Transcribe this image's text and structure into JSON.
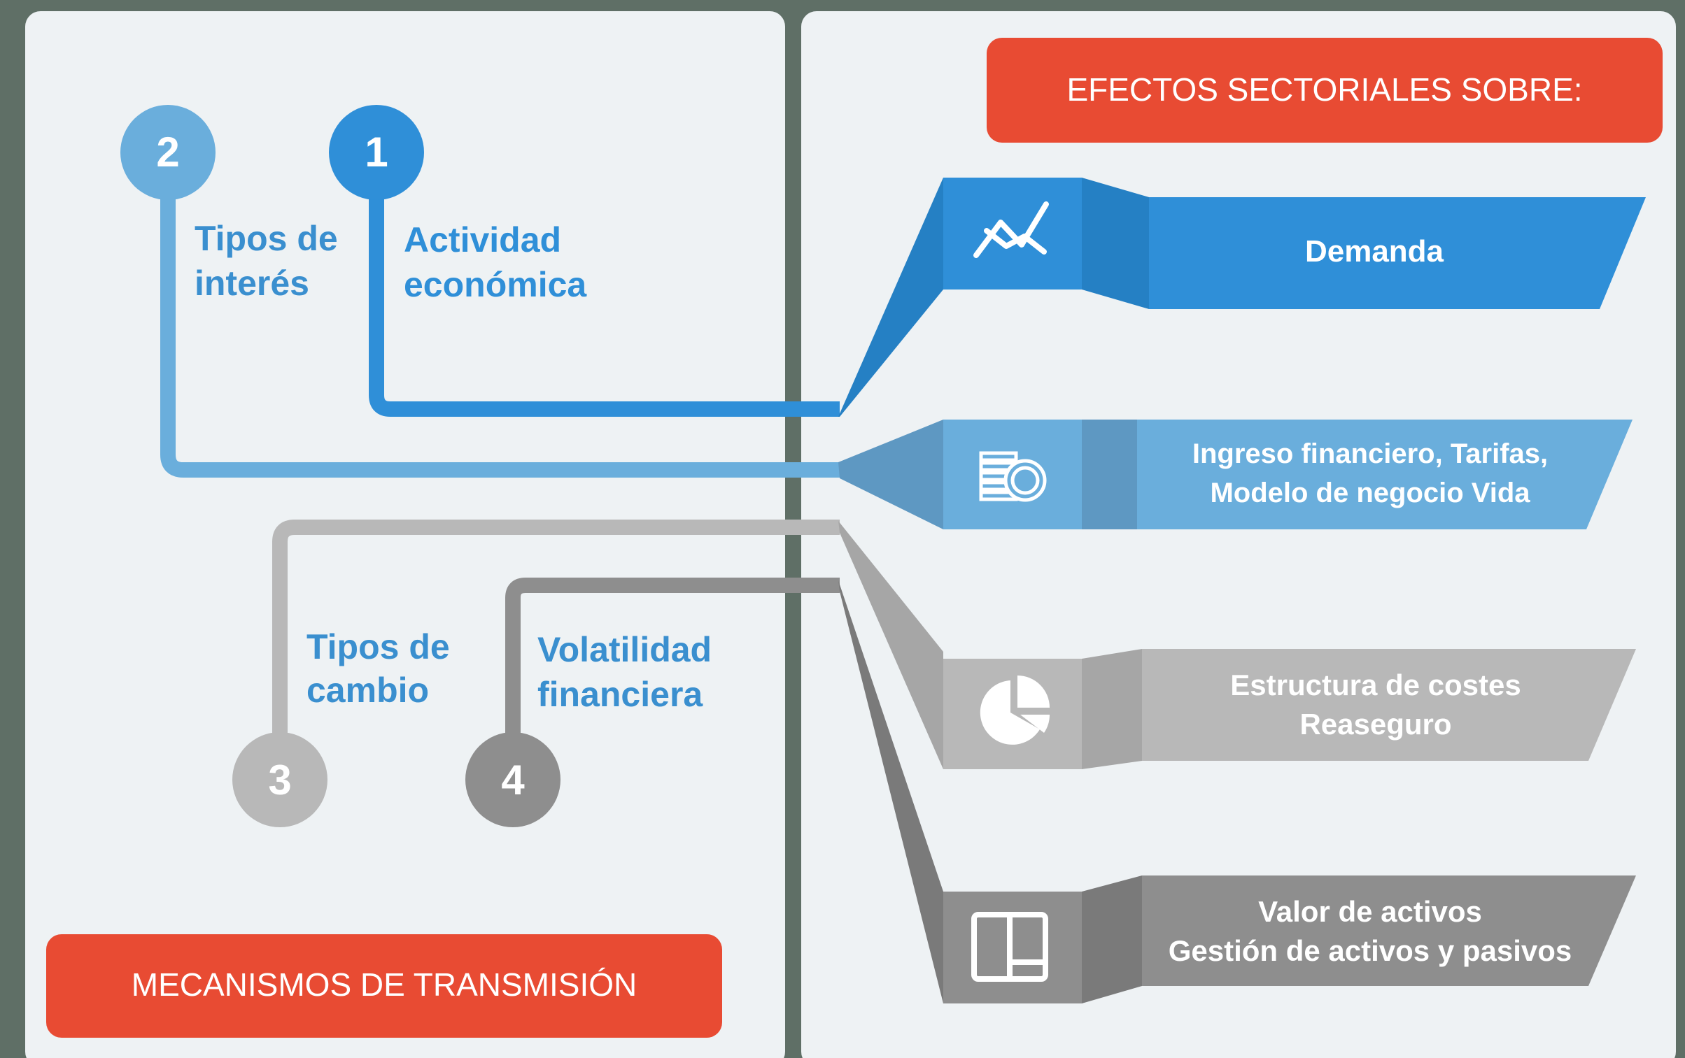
{
  "mechanisms": [
    {
      "number": "1",
      "line1": "Actividad",
      "line2": "económica"
    },
    {
      "number": "2",
      "line1": "Tipos de",
      "line2": "interés"
    },
    {
      "number": "3",
      "line1": "Tipos de",
      "line2": "cambio"
    },
    {
      "number": "4",
      "line1": "Volatilidad",
      "line2": "financiera"
    }
  ],
  "left_banner": "MECANISMOS DE TRANSMISIÓN",
  "right_banner": "EFECTOS SECTORIALES SOBRE:",
  "effects": [
    {
      "line1": "Demanda",
      "line2": "",
      "icon": "trend-chart-icon"
    },
    {
      "line1": "Ingreso financiero, Tarifas,",
      "line2": "Modelo de negocio Vida",
      "icon": "coins-icon"
    },
    {
      "line1": "Estructura de costes",
      "line2": "Reaseguro",
      "icon": "pie-chart-icon"
    },
    {
      "line1": "Valor de activos",
      "line2": "Gestión de activos y pasivos",
      "icon": "layout-grid-icon"
    }
  ],
  "colors": {
    "blue_dark": "#2f8fd8",
    "blue_light": "#6aaedc",
    "gray_light": "#b8b8b8",
    "gray_dark": "#8e8e8e",
    "banner_red": "#e84b33",
    "panel": "#eef2f4"
  }
}
